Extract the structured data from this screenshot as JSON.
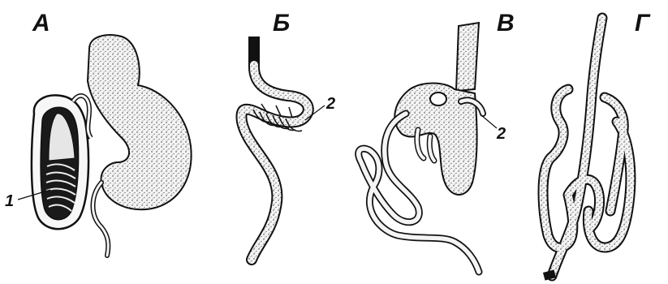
{
  "panels": [
    {
      "letter": "А"
    },
    {
      "letter": "Б"
    },
    {
      "letter": "В"
    },
    {
      "letter": "Г"
    }
  ],
  "callouts": {
    "a_one": "1",
    "b_two": "2",
    "v_two": "2"
  }
}
